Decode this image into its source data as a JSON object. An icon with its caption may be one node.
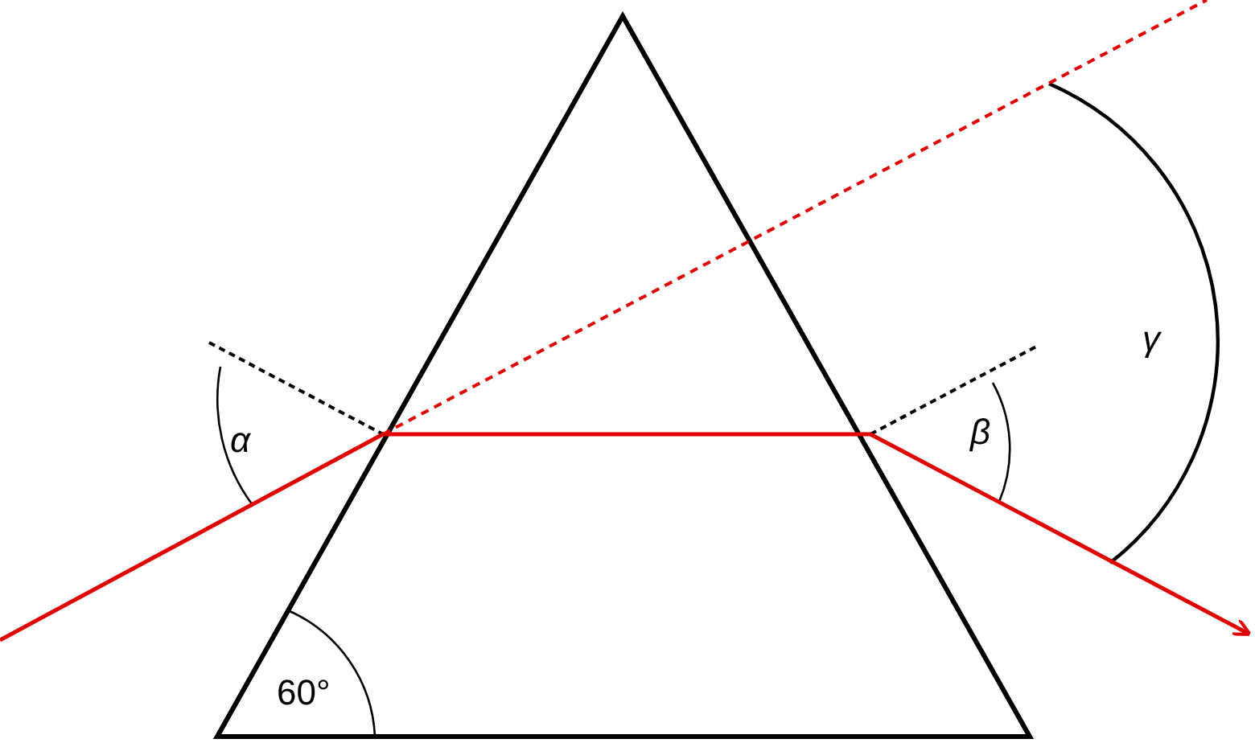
{
  "diagram": {
    "labels": [
      "α",
      "β",
      "γ",
      "60°"
    ]
  }
}
